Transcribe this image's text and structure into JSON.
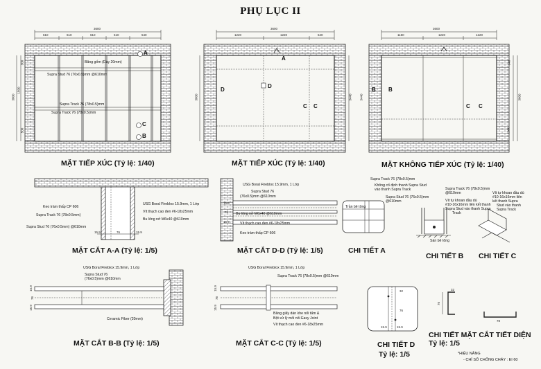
{
  "page": {
    "title": "PHỤ LỤC II",
    "footer_note_1": "*HIỆU NĂNG",
    "footer_note_2": "- CHỈ SỐ CHỐNG CHÁY : EI 60"
  },
  "elevations": [
    {
      "caption": "MẶT TIẾP XÚC (Tỷ lệ: 1/40)",
      "overall_dim": "3600",
      "sub_dims": [
        "610",
        "610",
        "610",
        "610",
        "540"
      ],
      "labels": [
        "Băng gốm (Dày 20mm)",
        "Supra Stud 76 (76x0.5)mm @610mm",
        "Supra Track 76 (78x0.5)mm",
        "Supra Track 76 (78x0.5)mm"
      ],
      "height_dims": [
        "3000",
        "1500",
        "300",
        "500"
      ],
      "section_marks": [
        "A",
        "B",
        "C"
      ]
    },
    {
      "caption": "MẶT TIẾP XÚC (Tỷ lệ: 1/40)",
      "overall_dim": "3600",
      "sub_dims": [
        "1220",
        "1220",
        "540"
      ],
      "height_dims": [
        "3000",
        "3440"
      ],
      "section_marks": [
        "A",
        "D",
        "D",
        "C",
        "C"
      ]
    },
    {
      "caption": "MẶT KHÔNG TIẾP XÚC (Tỷ lệ: 1/40)",
      "overall_dim": "3600",
      "sub_dims": [
        "1150",
        "1220",
        "1220"
      ],
      "height_dims": [
        "3000",
        "3440",
        "340",
        "1000"
      ],
      "section_marks": [
        "B",
        "B",
        "C",
        "C"
      ]
    }
  ],
  "sections": {
    "aa": {
      "caption": "MẶT CẮT A-A (Tỷ lệ: 1/5)",
      "labels": [
        "Keo trám thấp CP 606",
        "Supra Track 76 (78x0.5mm)",
        "Supra Stud 76 (76x0.5mm) @610mm",
        "USG Boral Fireblox 15.9mm, 1 Lớp",
        "Vít thạch cao đen #6-18x25mm",
        "Bu lông nở M6x40 @610mm"
      ],
      "dims": [
        "15.9",
        "76",
        "15.9"
      ]
    },
    "dd": {
      "caption": "MẶT CẮT D-D (Tỷ lệ: 1/5)",
      "labels": [
        "USG Boral Fireblox 15.9mm, 1 Lớp",
        "Supra Stud 76",
        "(76x0.5)mm @610mm",
        "Bu lông nở M6x40 @610mm",
        "Vít thạch cao đen #6-18x25mm",
        "Keo trám thấp CP 606"
      ],
      "dims": [
        "15.9",
        "76",
        "15.9"
      ]
    },
    "bb": {
      "caption": "MẶT CẮT B-B (Tỷ lệ: 1/5)",
      "labels": [
        "USG Boral Fireblox 15.9mm, 1 Lớp",
        "Supra Stud 76",
        "(76x0.5)mm @610mm",
        "Ceramic Fiber (20mm)"
      ],
      "dims": [
        "15.9",
        "76",
        "15.9"
      ]
    },
    "cc": {
      "caption": "MẶT CẮT C-C (Tỷ lệ: 1/5)",
      "labels": [
        "USG Boral Fireblox 15.9mm, 1 Lớp",
        "Supra Track 76 (78x0.5)mm @610mm",
        "Băng giấy dán khe nối tấm &",
        "Bột xử lý mối nối Easy Joint",
        "Vít thạch cao đen #6-18x25mm"
      ],
      "dims": [
        "15.9",
        "76",
        "15.9"
      ]
    }
  },
  "details": {
    "a": {
      "caption": "CHI TIẾT A",
      "labels": [
        "Supra Track 76 (78x0.5)mm",
        "Không cố định thanh Supra Stud",
        "vào thanh Supra Track",
        "Supra Stud 76 (76x0.5)mm",
        "@610mm",
        "Trần bê tông"
      ]
    },
    "b": {
      "caption": "CHI TIẾT B",
      "labels": [
        "Supra Track 76 (78x0.5)mm",
        "@610mm",
        "Vít tự khoan đầu dù",
        "#10-16x16mm liên kết thanh",
        "Supra Stud vào thanh Supra",
        "Track",
        "Sàn bê tông"
      ]
    },
    "c": {
      "caption": "CHI TIẾT C",
      "labels": [
        "Vít tự khoan đầu dù",
        "#10-16x16mm liên",
        "kết thanh Supra",
        "Stud vào thanh",
        "Supra Track"
      ]
    },
    "d": {
      "caption": "CHI TIẾT D",
      "scale": "Tỷ lệ: 1/5",
      "dims": [
        "32",
        "76",
        "15.9",
        "15.9"
      ]
    },
    "profile": {
      "caption": "CHI TIẾT MẶT CẮT TIẾT DIỆN",
      "scale": "Tỷ lệ: 1/5",
      "dims": [
        "32",
        "76",
        "78"
      ]
    }
  }
}
